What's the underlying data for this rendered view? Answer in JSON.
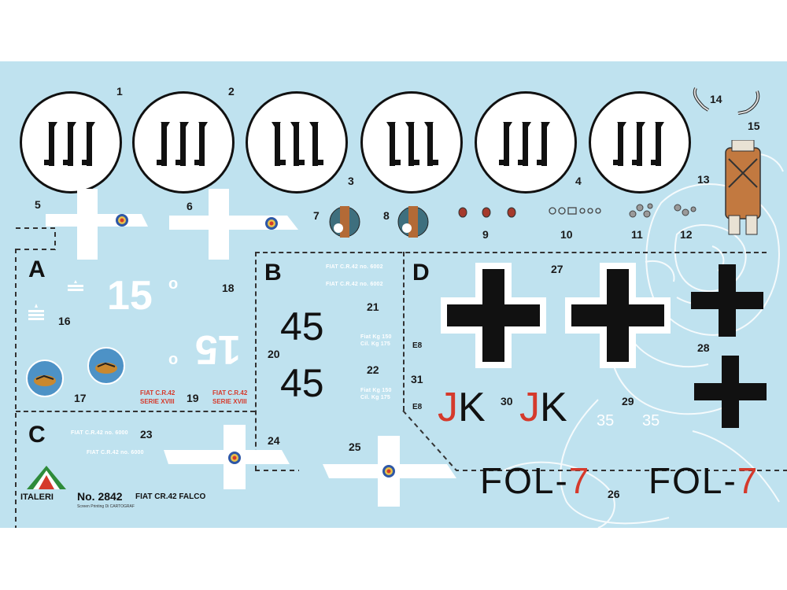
{
  "colors": {
    "sheet": "#bfe2ef",
    "black": "#111111",
    "white": "#ffffff",
    "red": "#d53a2c",
    "brown": "#b36a36"
  },
  "brand": {
    "logo_text": "ITALERI",
    "kit_number": "No. 2842",
    "kit_name": "FIAT CR.42 FALCO",
    "fine_print": "Screen Printing Di CARTOGRAF"
  },
  "sections": {
    "a": "A",
    "b": "B",
    "c": "C",
    "d": "D"
  },
  "numbers": {
    "n1": "1",
    "n2": "2",
    "n3": "3",
    "n4": "4",
    "n5": "5",
    "n6": "6",
    "n7": "7",
    "n8": "8",
    "n9": "9",
    "n10": "10",
    "n11": "11",
    "n12": "12",
    "n13": "13",
    "n14": "14",
    "n15": "15",
    "n16": "16",
    "n17": "17",
    "n18": "18",
    "n19": "19",
    "n20": "20",
    "n21": "21",
    "n22": "22",
    "n23": "23",
    "n24": "24",
    "n25": "25",
    "n26": "26",
    "n27": "27",
    "n28": "28",
    "n29": "29",
    "n30": "30",
    "n31": "31",
    "e8a": "E8",
    "e8b": "E8"
  },
  "codes": {
    "code_15": "15",
    "code_45a": "45",
    "code_45b": "45",
    "jk1_j": "J",
    "jk1_k": "K",
    "jk2_j": "J",
    "jk2_k": "K",
    "fol1_prefix": "FOL-",
    "fol1_digit": "7",
    "fol2_prefix": "FOL-",
    "fol2_digit": "7",
    "num_35a": "35",
    "num_35b": "35"
  },
  "stencils": {
    "b1": "FIAT C.R.42 no. 6002",
    "b2": "FIAT C.R.42 no. 6002",
    "b3a": "Fiat Kg 150",
    "b3b": "Cil. Kg 175",
    "b4a": "Fiat Kg 150",
    "b4b": "Cil. Kg 175",
    "red_a1": "FIAT C.R.42",
    "red_a2": "SERIE XVIII",
    "red_b1": "FIAT C.R.42",
    "red_b2": "SERIE XVIII",
    "c1": "FIAT C.R.42 no. 6000",
    "c2": "FIAT C.R.42 no. 6000"
  }
}
